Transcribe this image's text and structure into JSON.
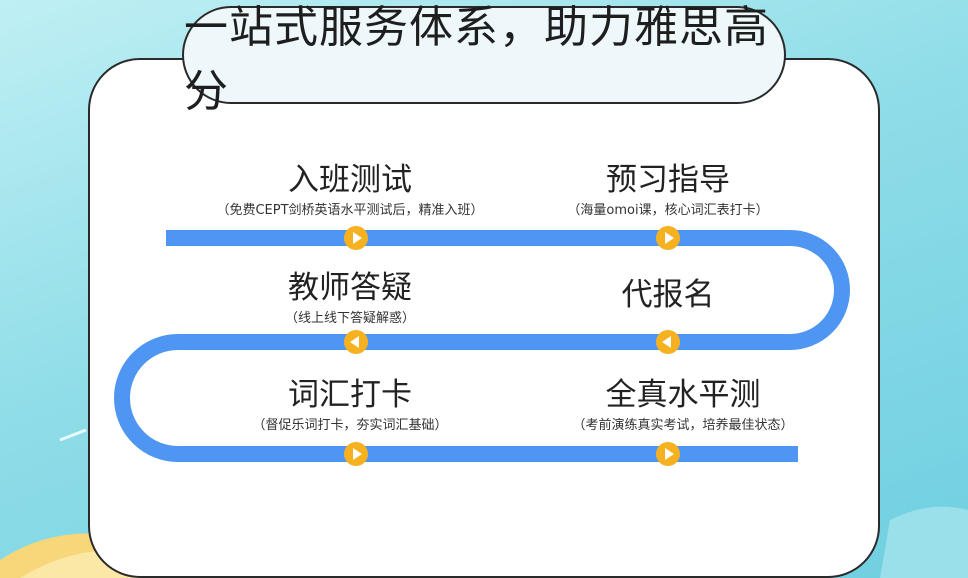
{
  "title": "一站式服务体系，助力雅思高分",
  "steps": [
    {
      "title": "入班测试",
      "subtitle": "（免费CEPT剑桥英语水平测试后，精准入班）"
    },
    {
      "title": "预习指导",
      "subtitle": "（海量omoi课，核心词汇表打卡）"
    },
    {
      "title": "代报名",
      "subtitle": ""
    },
    {
      "title": "教师答疑",
      "subtitle": "（线上线下答疑解惑）"
    },
    {
      "title": "词汇打卡",
      "subtitle": "（督促乐词打卡，夯实词汇基础）"
    },
    {
      "title": "全真水平测",
      "subtitle": "（考前演练真实考试，培养最佳状态）"
    }
  ],
  "colors": {
    "track": "#4f96f2",
    "marker": "#f5b11f",
    "marker_arrow": "#ffffff",
    "background": "#8fdde8"
  },
  "icons": [
    "play-right-icon",
    "play-left-icon"
  ]
}
